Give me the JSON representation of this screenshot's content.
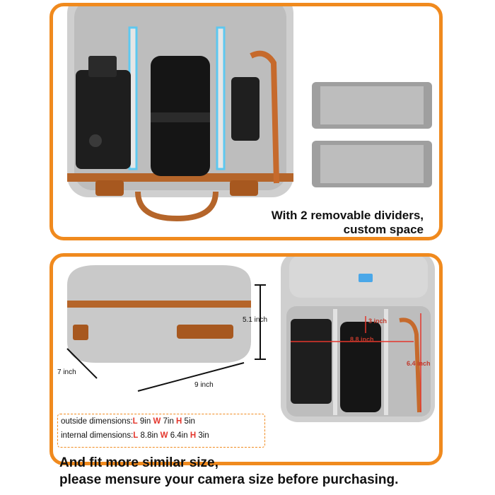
{
  "top_caption": {
    "line1": "With 2 removable dividers,",
    "line2": "custom space"
  },
  "dimensions": {
    "height_label": "5.1 inch",
    "depth_label": "7 inch",
    "width_label": "9 inch",
    "outside": {
      "prefix": "outside dimensions:",
      "L": "L",
      "Lv": " 9in ",
      "W": "W",
      "Wv": " 7in ",
      "H": "H",
      "Hv": " 5in"
    },
    "internal": {
      "prefix": "internal dimensions:",
      "L": "L",
      "Lv": " 8.8in ",
      "W": "W",
      "Wv": " 6.4in ",
      "H": "H",
      "Hv": " 3in"
    }
  },
  "inner_labels": {
    "top": "3 inch",
    "middle": "8.8 inch",
    "side": "6.4 inch"
  },
  "bottom_text": {
    "line1": "And fit more similar size,",
    "line2": "please mensure your camera size before purchasing."
  },
  "colors": {
    "accent": "#f08a1e",
    "dim_red": "#e4362c",
    "case_gray": "#c9c9c9",
    "leather": "#b5652a"
  }
}
